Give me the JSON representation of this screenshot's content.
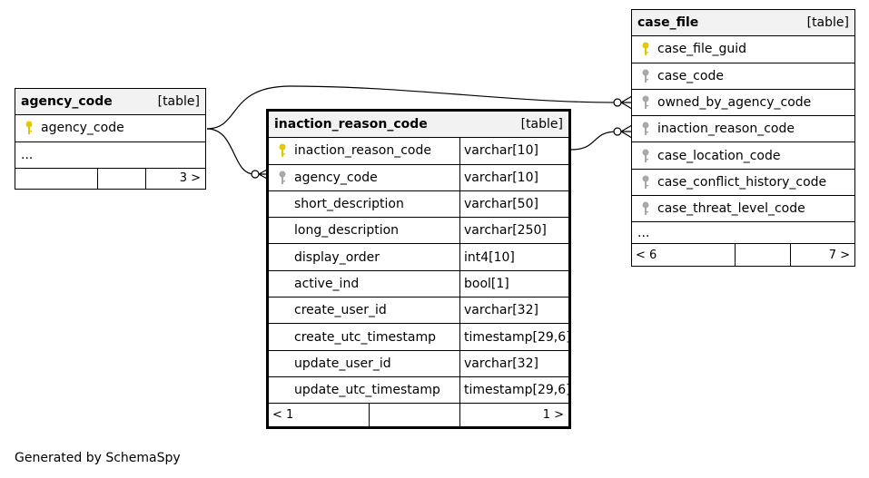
{
  "footer": "Generated by SchemaSpy",
  "tables": {
    "agency_code": {
      "name": "agency_code",
      "kind": "[table]",
      "columns": [
        {
          "name": "agency_code",
          "key": "primary"
        }
      ],
      "more": "...",
      "footer": {
        "left": "",
        "middle": "",
        "right": "3 >"
      }
    },
    "inaction_reason_code": {
      "name": "inaction_reason_code",
      "kind": "[table]",
      "columns": [
        {
          "name": "inaction_reason_code",
          "type": "varchar[10]",
          "key": "primary"
        },
        {
          "name": "agency_code",
          "type": "varchar[10]",
          "key": "foreign"
        },
        {
          "name": "short_description",
          "type": "varchar[50]",
          "key": ""
        },
        {
          "name": "long_description",
          "type": "varchar[250]",
          "key": ""
        },
        {
          "name": "display_order",
          "type": "int4[10]",
          "key": ""
        },
        {
          "name": "active_ind",
          "type": "bool[1]",
          "key": ""
        },
        {
          "name": "create_user_id",
          "type": "varchar[32]",
          "key": ""
        },
        {
          "name": "create_utc_timestamp",
          "type": "timestamp[29,6]",
          "key": ""
        },
        {
          "name": "update_user_id",
          "type": "varchar[32]",
          "key": ""
        },
        {
          "name": "update_utc_timestamp",
          "type": "timestamp[29,6]",
          "key": ""
        }
      ],
      "footer": {
        "left": "< 1",
        "middle": "",
        "right": "1 >"
      }
    },
    "case_file": {
      "name": "case_file",
      "kind": "[table]",
      "columns": [
        {
          "name": "case_file_guid",
          "key": "primary"
        },
        {
          "name": "case_code",
          "key": "foreign"
        },
        {
          "name": "owned_by_agency_code",
          "key": "foreign"
        },
        {
          "name": "inaction_reason_code",
          "key": "foreign"
        },
        {
          "name": "case_location_code",
          "key": "foreign"
        },
        {
          "name": "case_conflict_history_code",
          "key": "foreign"
        },
        {
          "name": "case_threat_level_code",
          "key": "foreign"
        }
      ],
      "more": "...",
      "footer": {
        "left": "< 6",
        "middle": "",
        "right": "7 >"
      }
    }
  },
  "colors": {
    "primary_key": "#e6c800",
    "foreign_key": "#a8a8a8",
    "header_bg": "#f2f2f2"
  }
}
